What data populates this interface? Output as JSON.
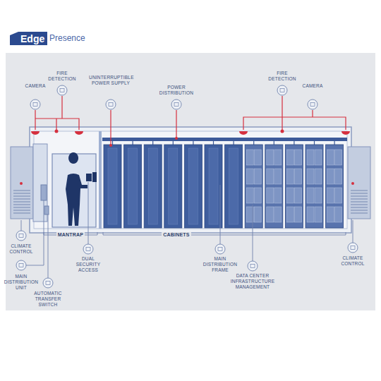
{
  "diagram": {
    "nodes": [
      {
        "text": [
          "Edge"
        ]
      }
    ],
    "labels": [
      "Presence",
      "CAMERA",
      "FIRE DETECTION",
      "UNINTERRUPTIBLE POWER SUPPLY",
      "POWER DISTRIBUTION",
      "FIRE DETECTION",
      "CAMERA",
      "CLIMATE CONTROL",
      "MANTRAP",
      "CABINETS",
      "CLIMATE CONTROL",
      "MAIN DISTRIBUTION UNIT",
      "DUAL SECURITY ACCESS",
      "MAIN DISTRIBUTION FRAME",
      "AUTOMATIC TRANSFER SWITCH",
      "DATA CENTER INFRASTRUCTURE MANAGEMENT"
    ]
  }
}
